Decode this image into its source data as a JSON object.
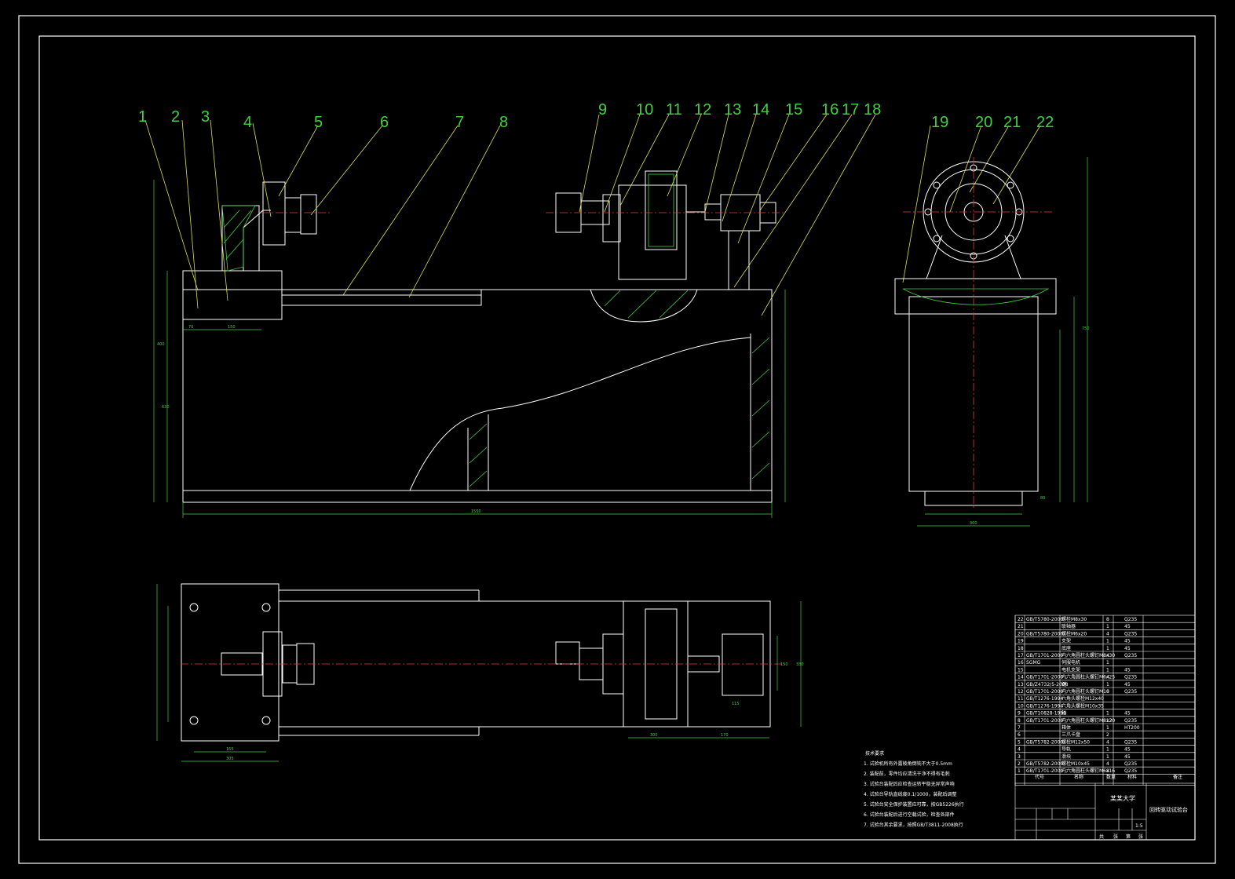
{
  "part_labels": [
    "1",
    "2",
    "3",
    "4",
    "5",
    "6",
    "7",
    "8",
    "9",
    "10",
    "11",
    "12",
    "13",
    "14",
    "15",
    "16",
    "17",
    "18",
    "19",
    "20",
    "21",
    "22"
  ],
  "dimensions": {
    "overall_length": "1550",
    "left_block_a": "70",
    "left_block_b": "150",
    "top_base_width": "300",
    "bottom_left_a": "165",
    "bottom_left_b": "305",
    "bottom_mid_a": "300",
    "bottom_mid_b": "170",
    "bottom_right_a": "115",
    "side_height_a": "400",
    "side_height_b": "630",
    "side_height_c": "750",
    "base_foot": "80",
    "plan_width_a": "150",
    "plan_width_b": "330"
  },
  "notes": {
    "title": "技术要求",
    "lines": [
      "1. 试验机所有外露棱角倒钝不大于0.5mm",
      "2. 装配前，零件均应清洗干净不得有毛刺",
      "3. 试验台装配后应检查运转平稳无异常声响",
      "4. 试验台导轨直线度0.1/1000，装配后调整",
      "5. 试验台安全保护装置应可靠，按GB5226执行",
      "6. 试验台装配后进行空载试验，检查各部件",
      "7. 试验台其余要求，按照GB/T3811-2008执行"
    ]
  },
  "bom_rows": [
    {
      "code": "GB/T5780-2000",
      "name": "螺栓M8x30",
      "qty": "8",
      "mat": "Q235"
    },
    {
      "code": "",
      "name": "联轴器",
      "qty": "1",
      "mat": "45"
    },
    {
      "code": "GB/T5780-2000",
      "name": "螺栓M6x20",
      "qty": "4",
      "mat": "Q235"
    },
    {
      "code": "",
      "name": "支架",
      "qty": "1",
      "mat": "45"
    },
    {
      "code": "",
      "name": "底座",
      "qty": "1",
      "mat": "45"
    },
    {
      "code": "GB/T1701-2000",
      "name": "内六角圆柱头螺钉M8x30",
      "qty": "4",
      "mat": "Q235"
    },
    {
      "code": "SGMG",
      "name": "伺服电机",
      "qty": "1",
      "mat": ""
    },
    {
      "code": "",
      "name": "电机支架",
      "qty": "1",
      "mat": "45"
    },
    {
      "code": "GB/T1701-2000",
      "name": "内六角圆柱头螺钉M6x25",
      "qty": "4",
      "mat": "Q235"
    },
    {
      "code": "GB/Z4732/5-2008",
      "name": "键",
      "qty": "1",
      "mat": "45"
    },
    {
      "code": "GB/T1701-2000",
      "name": "内六角圆柱头螺钉M10",
      "qty": "6",
      "mat": "Q235"
    },
    {
      "code": "GB/T1276-1994",
      "name": "六角头螺栓M12x40",
      "qty": "",
      "mat": ""
    },
    {
      "code": "GB/T1276-1994",
      "name": "六角头螺栓M10x35",
      "qty": "",
      "mat": ""
    },
    {
      "code": "GB/T10828-1999",
      "name": "轴",
      "qty": "1",
      "mat": "45"
    },
    {
      "code": "GB/T1701-2000",
      "name": "内六角圆柱头螺钉M8x20",
      "qty": "12",
      "mat": "Q235"
    },
    {
      "code": "",
      "name": "箱体",
      "qty": "1",
      "mat": "HT200"
    },
    {
      "code": "",
      "name": "三爪卡盘",
      "qty": "2",
      "mat": ""
    },
    {
      "code": "GB/T5782-2000",
      "name": "螺栓M12x50",
      "qty": "4",
      "mat": "Q235"
    },
    {
      "code": "",
      "name": "导轨",
      "qty": "1",
      "mat": "45"
    },
    {
      "code": "",
      "name": "滑块",
      "qty": "1",
      "mat": "45"
    },
    {
      "code": "GB/T5782-2000",
      "name": "螺栓M10x45",
      "qty": "4",
      "mat": "Q235"
    },
    {
      "code": "GB/T1701-2000",
      "name": "内六角圆柱头螺钉M6x16",
      "qty": "8",
      "mat": "Q235"
    }
  ],
  "bom_header": {
    "code": "代号",
    "name": "名称",
    "qty": "数量",
    "mat": "材料",
    "remark": "备注"
  },
  "title_block": {
    "school": "某某大学",
    "drawing_title": "回转驱动试验台",
    "scale": "1:5",
    "sheet_labels": [
      "共",
      "张",
      "第",
      "张"
    ]
  }
}
